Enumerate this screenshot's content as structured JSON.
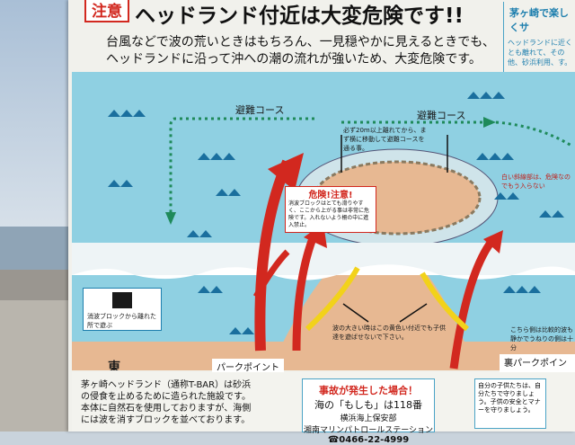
{
  "header": {
    "tag": "注意",
    "headline": "ヘッドランド付近は大変危険です!!",
    "intro": "台風などで波の荒いときはもちろん、一見穏やかに見えるときでも、ヘッドランドに沿って沖への潮の流れが強いため、大変危険です。"
  },
  "side_top": {
    "title": "茅ヶ崎で楽しくサ",
    "body": "ヘッドランドに近くとも離れて、その他、砂浜利用、す。"
  },
  "map": {
    "route_left": "避難コース",
    "route_right": "避難コース",
    "note_center": "必ず20m以上離れてから、まず横に移動して避難コースを通る事。",
    "danger_title": "危険!注意!",
    "danger_body": "消波ブロックはとても滑りやすく、ここから上がる事は非常に危険です。入れないよう柵の中に進入禁止。",
    "note_right": "白い斜線部は、危険なのでもう入らない",
    "note_wave": "波の大きい時はこの黄色い付近でも子供達を遊ばせないで下さい。",
    "note_right_low": "こちら側は比較的波も静かでうねりの側は十分",
    "east": "東",
    "park_left": "パークポイント",
    "park_right": "裏パークポイント",
    "legend": "消波ブロックから離れた所で遊ぶ"
  },
  "bottom": {
    "info": "茅ヶ崎ヘッドランド（通称T-BAR）は砂浜の侵食を止めるために造られた施設です。本体に自然石を使用しておりますが、海側には波を消すブロックを並べております。",
    "accident_title": "事故が発生した場合！",
    "accident_number": "海の「もしも」は118番",
    "accident_org1": "横浜海上保安部",
    "accident_org2": "湘南マリンパトロールステーション",
    "accident_tel": "☎0466-22-4999",
    "kids_note": "自分の子供たちは、自分たちで守りましょう。子供の安全とマナーを守りましょう。"
  },
  "colors": {
    "sea": "#8fd0e2",
    "sand": "#e7b892",
    "danger_red": "#d2281f",
    "route_green": "#1f8a5a",
    "wave_yellow": "#f2d21a"
  }
}
